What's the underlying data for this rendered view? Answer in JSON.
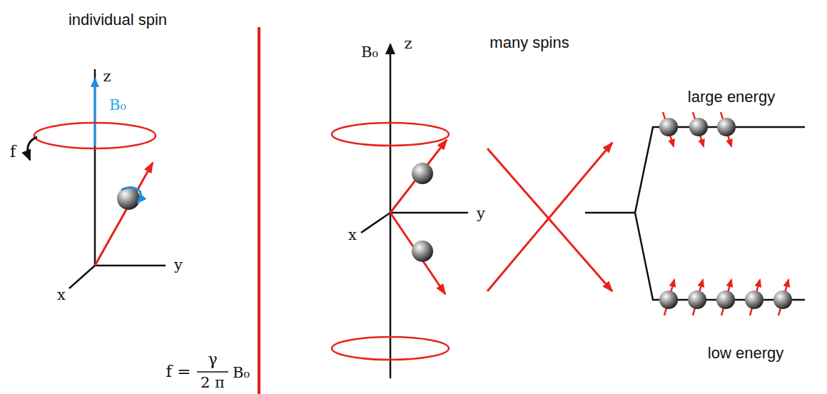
{
  "diagram": {
    "labels": [
      "individual spin",
      "z",
      "B₀",
      "f",
      "y",
      "x",
      "f =",
      "γ",
      "2 π",
      "B₀",
      "many spins",
      "B₀",
      "z",
      "y",
      "x",
      "large energy",
      "low energy"
    ]
  }
}
